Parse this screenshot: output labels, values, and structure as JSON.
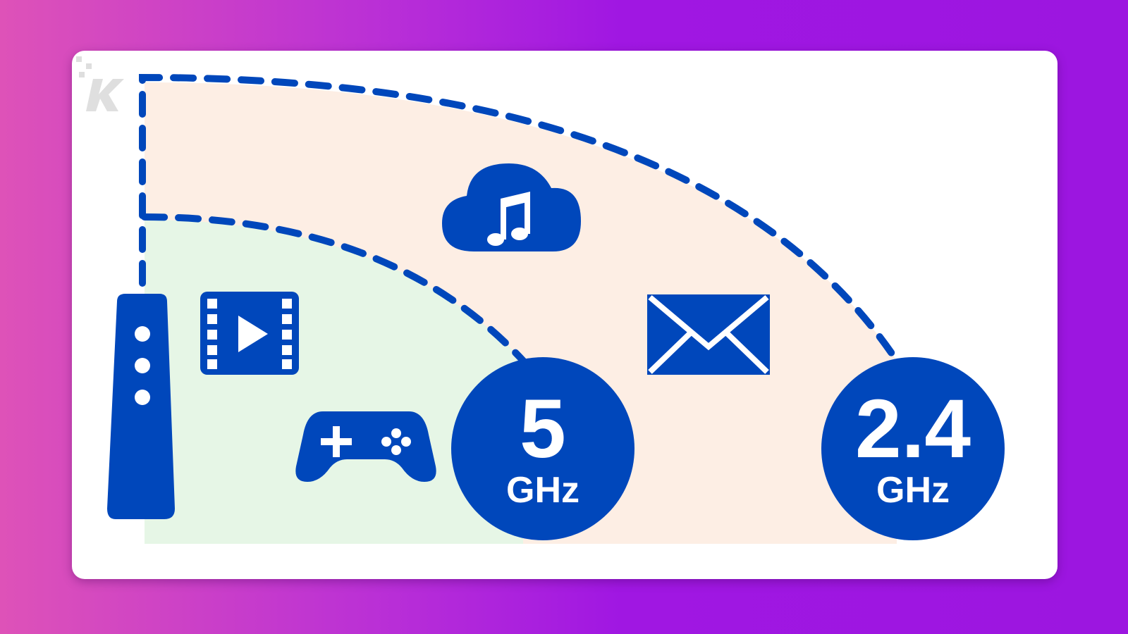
{
  "colors": {
    "accent": "#0047bb",
    "zone_5ghz": "#e6f6e6",
    "zone_24ghz": "#fdeee4",
    "card": "#ffffff",
    "text_on_accent": "#ffffff"
  },
  "bands": [
    {
      "number": "5",
      "unit": "GHz"
    },
    {
      "number": "2.4",
      "unit": "GHz"
    }
  ],
  "icons": {
    "router": "router-icon",
    "video": "video-play-icon",
    "game": "gamepad-icon",
    "music": "cloud-music-icon",
    "mail": "envelope-icon",
    "watermark": "k-logo-watermark"
  }
}
